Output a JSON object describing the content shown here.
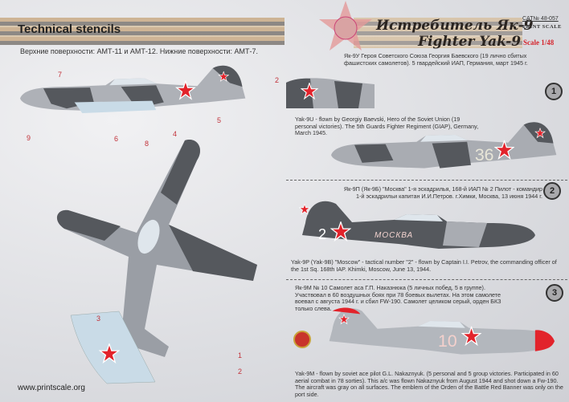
{
  "left_page": {
    "title": "Technical stencils",
    "subtitle": "Верхние поверхности: АМТ-11 и АМТ-12. Нижние поверхности: АМТ-7.",
    "callouts": [
      "7",
      "2",
      "5",
      "9",
      "6",
      "8",
      "4",
      "3",
      "1",
      "2"
    ],
    "footer": "www.printscale.org"
  },
  "right_page": {
    "title_ru": "Истребитель Як-9",
    "title_en": "Fighter Yak-9",
    "catalog": "CAT№ 48-057",
    "brand": "PRINT SCALE",
    "scale": "Scale 1/48",
    "profiles": [
      {
        "number": "1",
        "text_ru": "Як-9У Героя Советского Союза Георгия Баевского (19 лично сбитых фашистских самолетов). 5 гвардейский ИАП, Германия, март 1945 г.",
        "text_en": "Yak-9U - flown by Georgiy Baevski, Hero of the Soviet Union (19 personal victories). The 5th Guards Fighter Regiment (GIAP), Germany, March 1945.",
        "tactical_number": "36"
      },
      {
        "number": "2",
        "text_ru": "Як-9П (Як-9Б) \"Москва\" 1-я эскадрилья, 168-й ИАП № 2 Пилот - командир 1-й эскадрильи капитан И.И.Петров. г.Химки, Москва, 13 июня 1944 г.",
        "text_en": "Yak-9P (Yak-9B) \"Moscow\" - tactical number \"2\" - flown by Captain I.I. Petrov, the commanding officer of the 1st Sq. 168th IAP. Khimki, Moscow, June 13, 1944.",
        "tactical_number": "2",
        "inscription": "МОСКВА"
      },
      {
        "number": "3",
        "text_ru": "Як-9М № 10 Самолет аса Г.П. Наказнюка (5 личных побед, 5 в группе). Участвовал в 60 воздушных боях при 78 боевых вылетах. На этом самолете воевал с августа 1944 г. и сбил FW-190. Самолет целиком серый, орден БКЗ только слева.",
        "text_en": "Yak-9M - flown by soviet ace pilot G.L. Nakaznyuk. (5 personal and 5 group victories. Participated in 60 aerial combat in 78 sorties). This a/c was flown Nakaznyuk from August 1944 and shot down a Fw-190. The aircraft was gray on all surfaces. The emblem of the Orden of the Battle Red Banner was only on the port side.",
        "tactical_number": "10"
      }
    ]
  },
  "colors": {
    "star_red": "#e2232b",
    "dark_gray": "#55585d",
    "light_gray": "#a9acb2",
    "pale_blue": "#c9dbe7",
    "accent_red": "#d5262e"
  }
}
